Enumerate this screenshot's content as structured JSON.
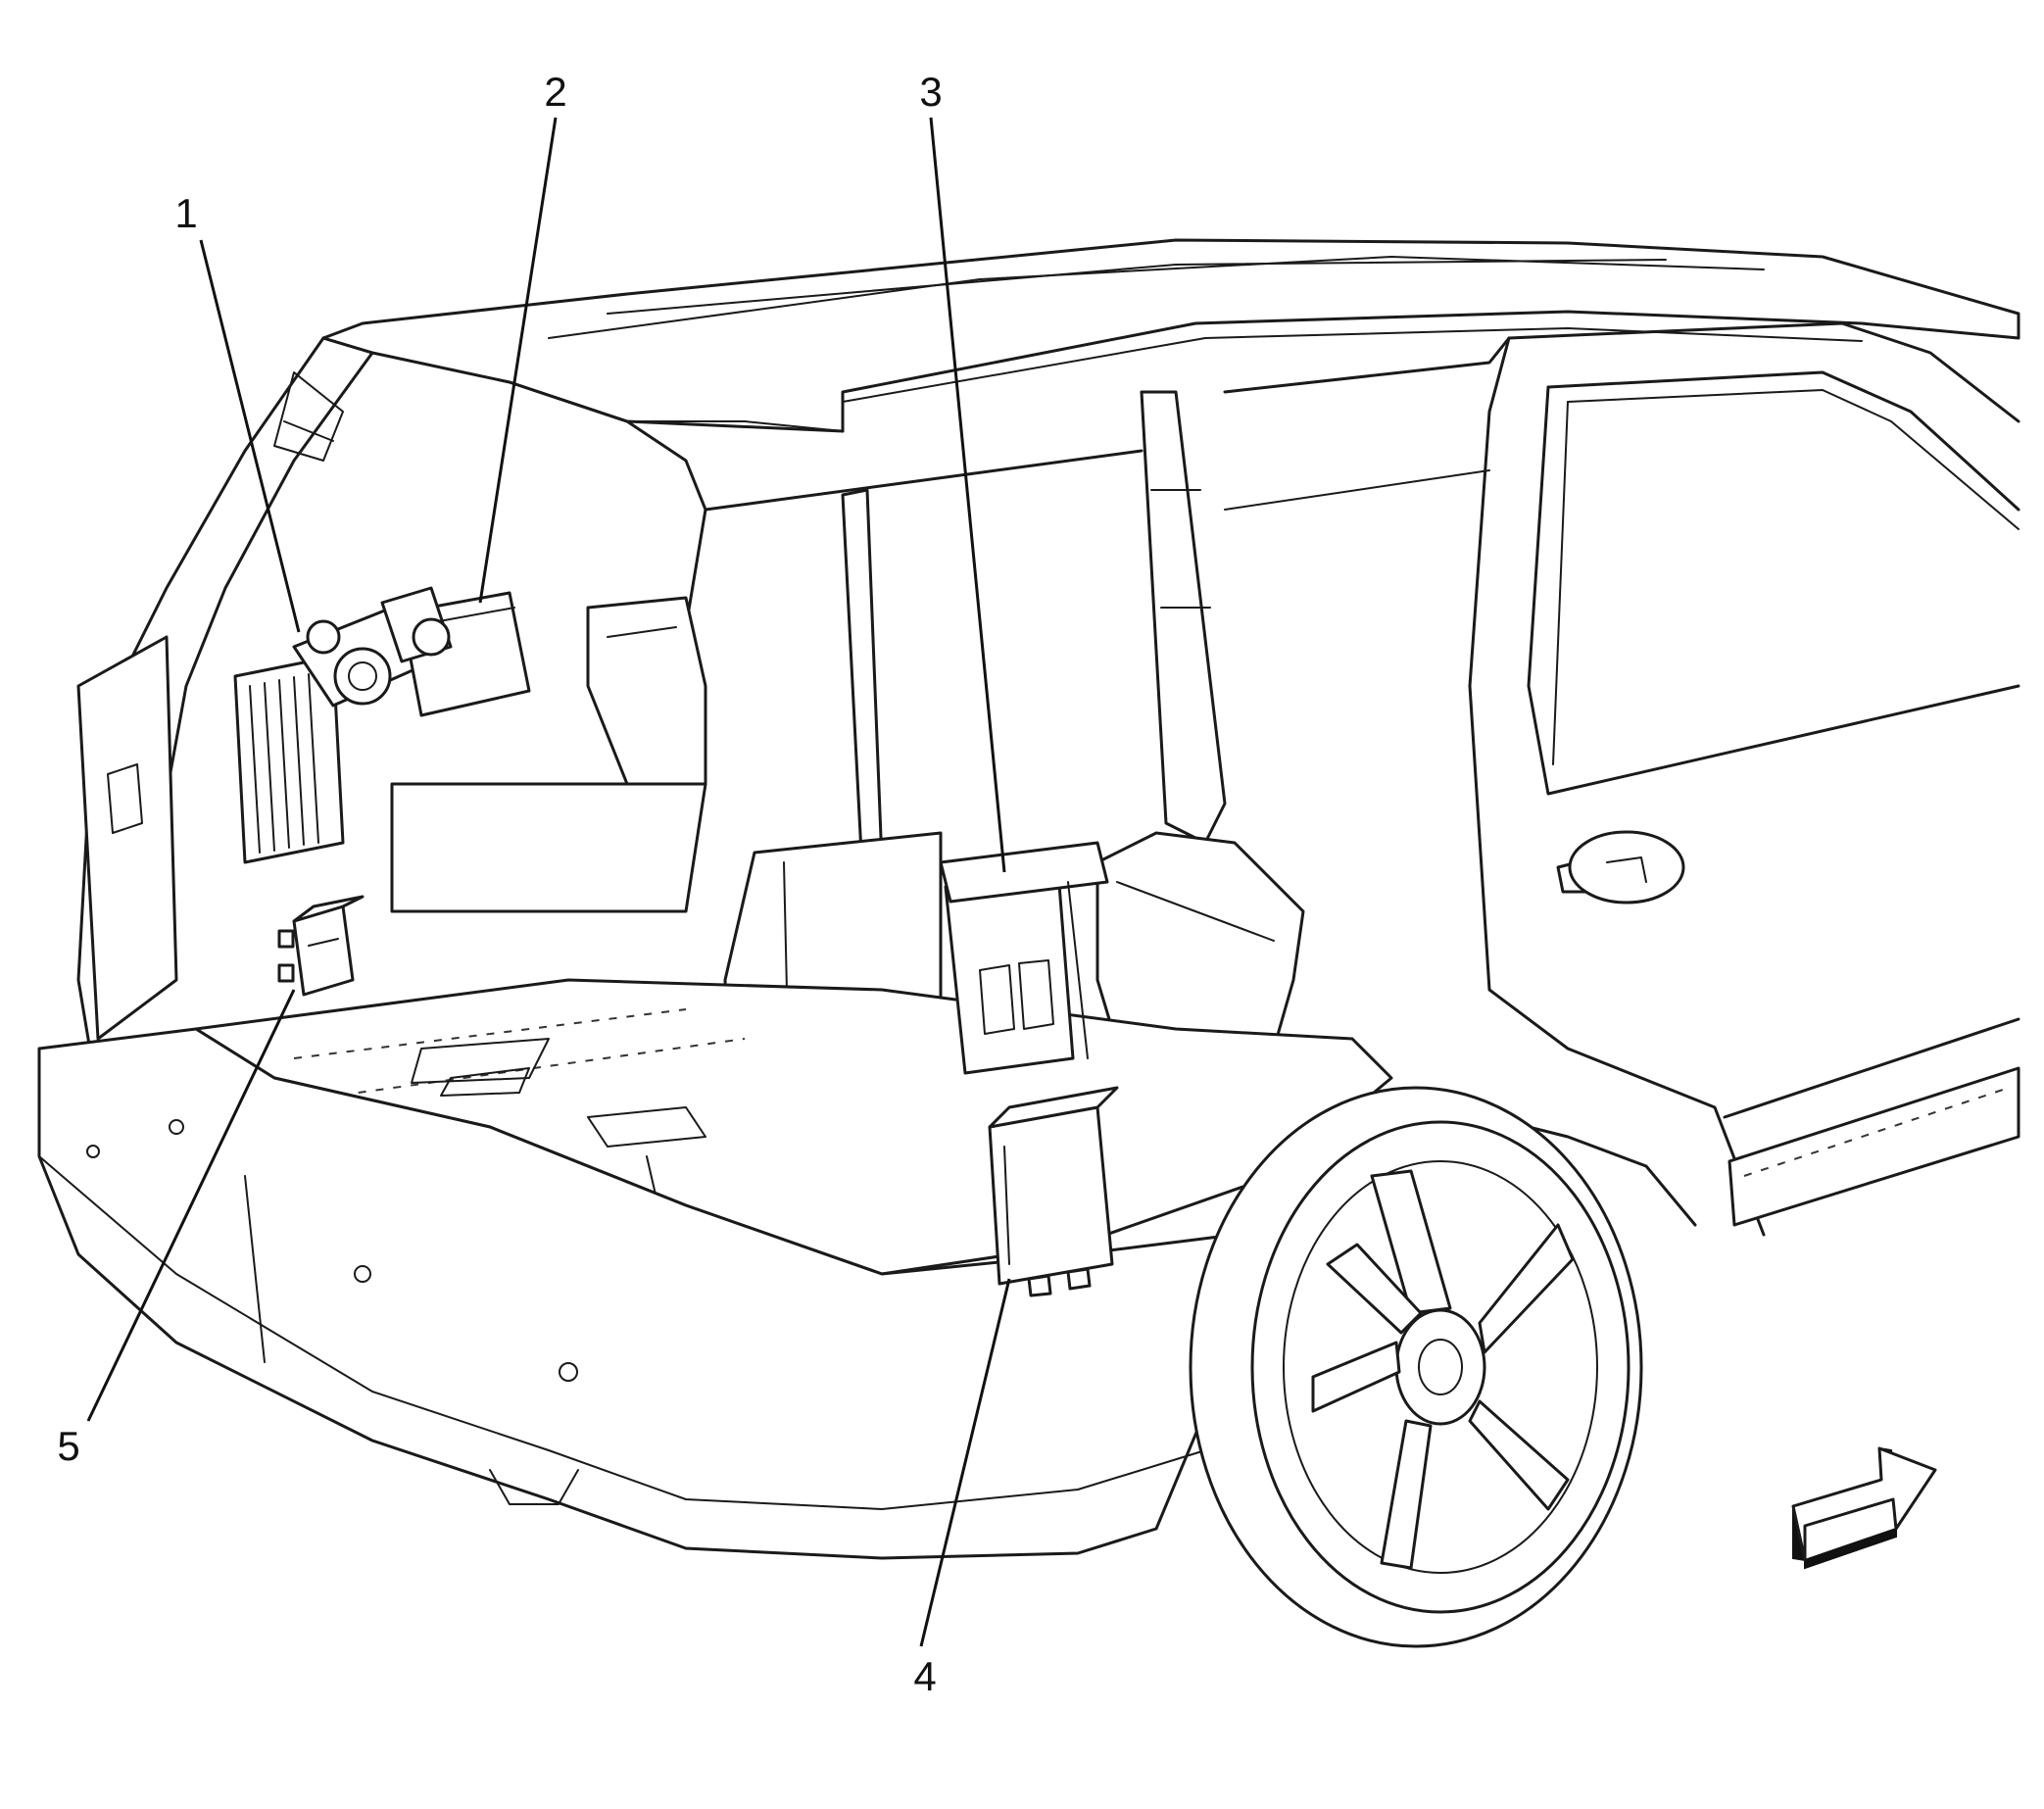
{
  "callouts": [
    {
      "id": "1",
      "label": "1"
    },
    {
      "id": "2",
      "label": "2"
    },
    {
      "id": "3",
      "label": "3"
    },
    {
      "id": "4",
      "label": "4"
    },
    {
      "id": "5",
      "label": "5"
    }
  ],
  "icons": {
    "direction_arrow": "forward-arrow-icon"
  },
  "colors": {
    "ink": "#1a1a1a",
    "background": "#ffffff"
  }
}
